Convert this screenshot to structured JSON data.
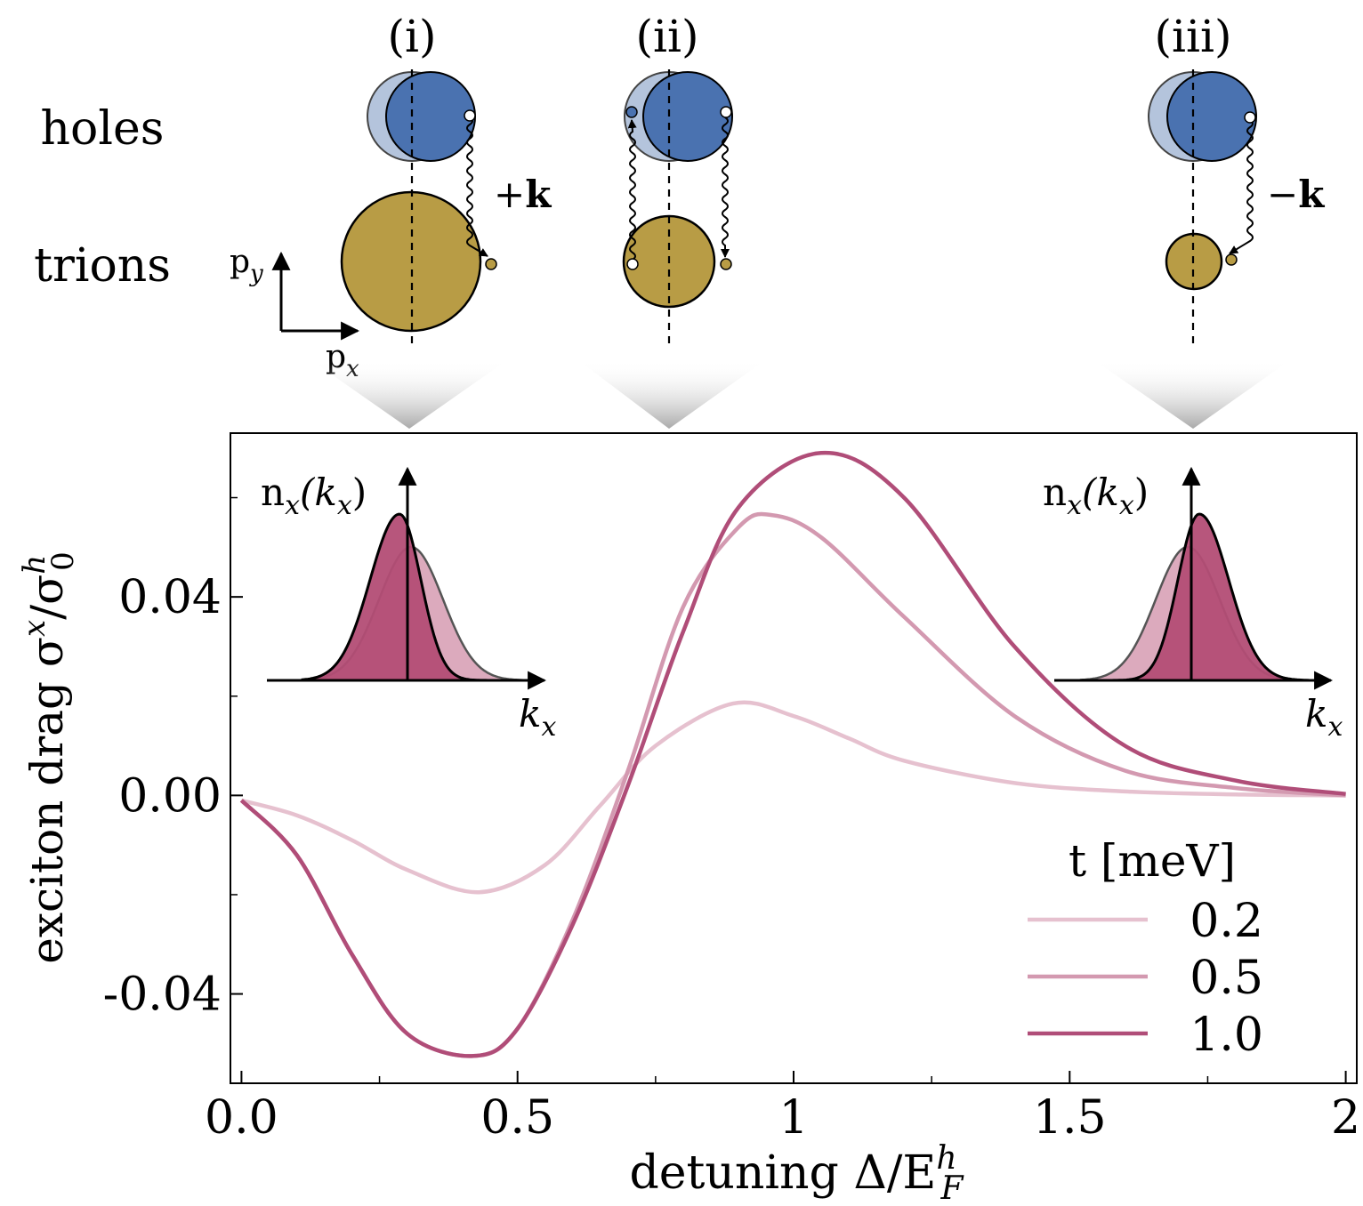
{
  "colors": {
    "holes": "#4a72b0",
    "holes_light": "#b4c4dc",
    "trions": "#b89c45",
    "curve_0_2": "#e6c1cf",
    "curve_0_5": "#d399b0",
    "curve_1_0": "#b04d78",
    "inset_fill_dark": "#b34d75",
    "inset_fill_light": "#dcaabd",
    "inset_outline_grey": "#555555"
  },
  "schematic": {
    "panels": [
      {
        "id": "i",
        "label": "(i)",
        "arrow_label_sign": "+",
        "arrow_label_vec": "k"
      },
      {
        "id": "ii",
        "label": "(ii)"
      },
      {
        "id": "iii",
        "label": "(iii)",
        "arrow_label_sign": "−",
        "arrow_label_vec": "k"
      }
    ],
    "row_labels": {
      "holes": "holes",
      "trions": "trions"
    },
    "axes": {
      "py": "p",
      "py_sub": "y",
      "px": "p",
      "px_sub": "x"
    }
  },
  "insets": [
    {
      "id": "left",
      "ylabel": "n",
      "ylabel_sub": "x",
      "ylabel_arg": "(k",
      "ylabel_arg_sub": "x",
      "ylabel_close": ")",
      "xlabel": "k",
      "xlabel_sub": "x",
      "shift": "left"
    },
    {
      "id": "right",
      "ylabel": "n",
      "ylabel_sub": "x",
      "ylabel_arg": "(k",
      "ylabel_arg_sub": "x",
      "ylabel_close": ")",
      "xlabel": "k",
      "xlabel_sub": "x",
      "shift": "right"
    }
  ],
  "chart_data": {
    "type": "line",
    "xlabel": "detuning Δ/E",
    "xlabel_sup": "h",
    "xlabel_sub": "F",
    "ylabel": "exciton drag  σ",
    "ylabel_sup": "x",
    "ylabel_mid": "/σ",
    "ylabel_sup2": "h",
    "ylabel_sub2": "0",
    "xlim": [
      -0.02,
      2.02
    ],
    "ylim": [
      -0.058,
      0.073
    ],
    "xticks": [
      0.0,
      0.5,
      1,
      1.5,
      2
    ],
    "xtick_labels": [
      "0.0",
      "0.5",
      "1",
      "1.5",
      "2"
    ],
    "yticks": [
      -0.04,
      0.0,
      0.04
    ],
    "ytick_labels": [
      "-0.04",
      "0.00",
      "0.04"
    ],
    "legend": {
      "title": "t [meV]",
      "placement": "lower-right"
    },
    "series": [
      {
        "name": "0.2",
        "color": "#e6c1cf",
        "x": [
          0.0,
          0.1,
          0.2,
          0.3,
          0.43,
          0.55,
          0.65,
          0.75,
          0.89,
          1.0,
          1.1,
          1.2,
          1.4,
          1.6,
          1.8,
          2.0
        ],
        "y": [
          -0.001,
          -0.004,
          -0.009,
          -0.015,
          -0.0195,
          -0.014,
          -0.002,
          0.01,
          0.0185,
          0.016,
          0.0115,
          0.007,
          0.0025,
          0.0008,
          0.0002,
          0.0
        ]
      },
      {
        "name": "0.5",
        "color": "#d399b0",
        "x": [
          0.0,
          0.1,
          0.2,
          0.3,
          0.42,
          0.5,
          0.6,
          0.7,
          0.8,
          0.9,
          0.96,
          1.05,
          1.2,
          1.4,
          1.6,
          1.8,
          2.0
        ],
        "y": [
          -0.001,
          -0.012,
          -0.032,
          -0.048,
          -0.0525,
          -0.047,
          -0.025,
          0.005,
          0.038,
          0.054,
          0.0565,
          0.052,
          0.036,
          0.016,
          0.005,
          0.0015,
          0.0
        ]
      },
      {
        "name": "1.0",
        "color": "#b04d78",
        "x": [
          0.0,
          0.1,
          0.2,
          0.3,
          0.42,
          0.5,
          0.6,
          0.7,
          0.8,
          0.9,
          1.05,
          1.2,
          1.4,
          1.6,
          1.8,
          2.0
        ],
        "y": [
          -0.001,
          -0.012,
          -0.032,
          -0.048,
          -0.0525,
          -0.047,
          -0.026,
          0.002,
          0.033,
          0.058,
          0.069,
          0.06,
          0.03,
          0.01,
          0.003,
          0.0003
        ]
      }
    ]
  }
}
